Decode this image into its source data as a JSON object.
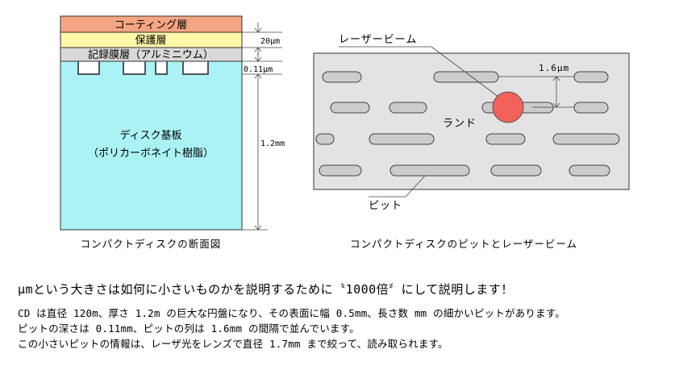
{
  "cross_section": {
    "layer_coating": "コーティング層",
    "layer_protective": "保護層",
    "layer_recording": "記録膜層（アルミニウム）",
    "substrate_line1": "ディスク基板",
    "substrate_line2": "（ポリカーボネイト樹脂）",
    "dim_protective": "20μm",
    "dim_pit_depth": "0.11μm",
    "dim_substrate": "1.2mm",
    "caption": "コンパクトディスクの断面図"
  },
  "pit_view": {
    "laser_label": "レーザービーム",
    "track_pitch": "1.6μm",
    "land_label": "ランド",
    "pit_label": "ピット",
    "caption": "コンパクトディスクのピットとレーザービーム"
  },
  "text": {
    "headline": "μmという大きさは如何に小さいものかを説明するために〝1000倍〞にして説明します！",
    "line1": "CD は直径 120m、厚さ 1.2m の巨大な円盤になり、その表面に幅 0.5mm、長さ数 mm の細かいピットがあります。",
    "line2": "ピットの深さは 0.11mm、ピットの列は 1.6mm の間隔で並んでいます。",
    "line3": "この小さいピットの情報は、レーザ光をレンズで直径 1.7mm まで絞って、読み取られます。"
  },
  "colors": {
    "coating": "#f4a582",
    "protective": "#fef6a8",
    "recording": "#d9d9d9",
    "substrate": "#aaf2f5",
    "disc_surface": "#e3e3e3",
    "pit": "#cccccc",
    "laser": "#f0625a"
  }
}
